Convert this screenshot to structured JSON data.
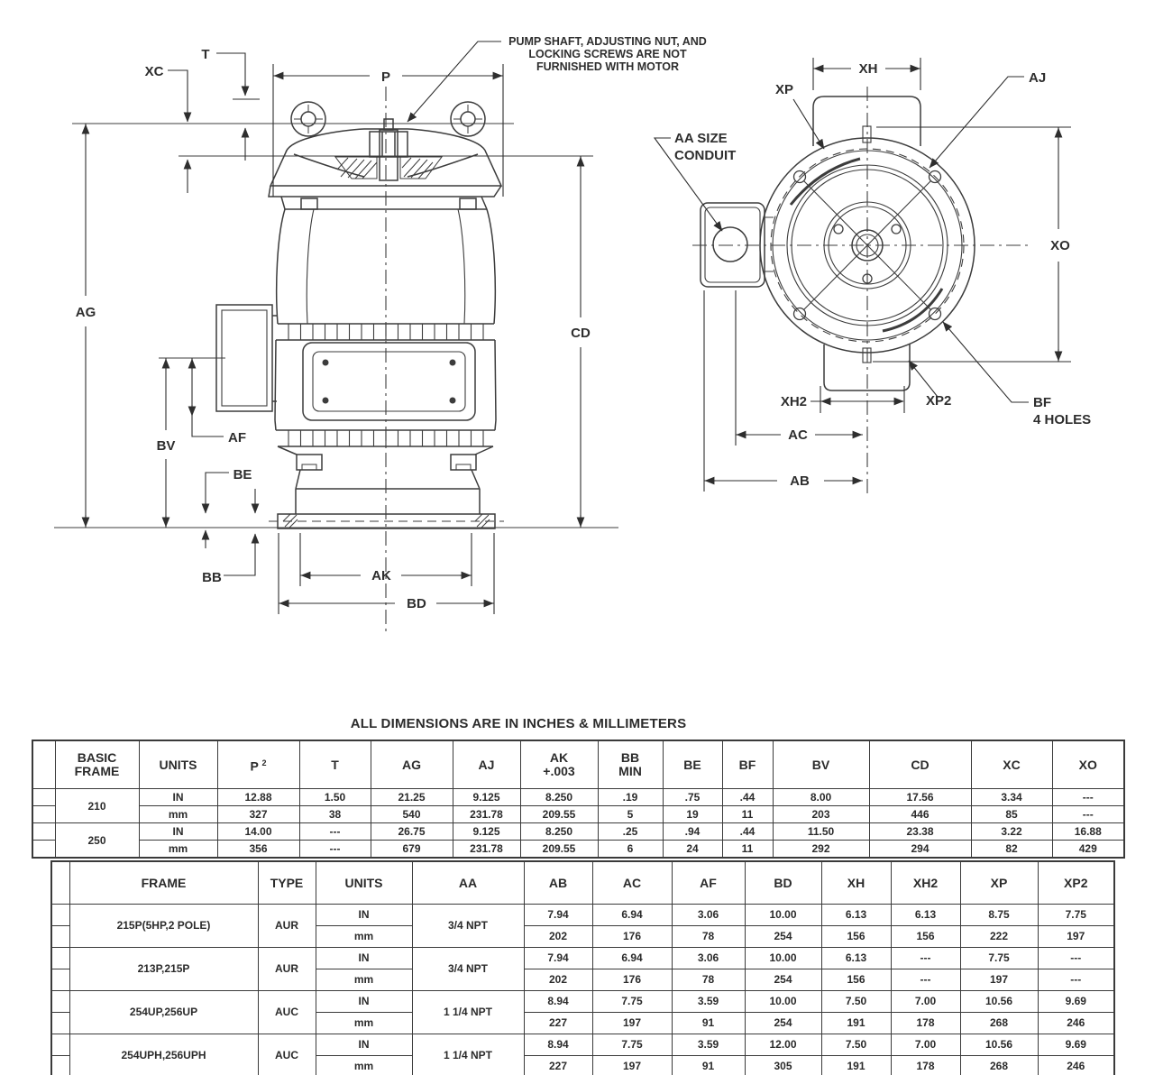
{
  "drawing_note": {
    "line1": "PUMP SHAFT, ADJUSTING NUT, AND",
    "line2": "LOCKING SCREWS ARE NOT",
    "line3": "FURNISHED WITH MOTOR"
  },
  "left_view": {
    "xc": "XC",
    "t": "T",
    "p": "P",
    "ag": "AG",
    "cd": "CD",
    "bv": "BV",
    "af": "AF",
    "be": "BE",
    "bb": "BB",
    "ak": "AK",
    "bd": "BD"
  },
  "right_view": {
    "xh": "XH",
    "xp": "XP",
    "aj": "AJ",
    "xo": "XO",
    "xh2": "XH2",
    "xp2": "XP2",
    "bf": "BF",
    "bf_holes": "4 HOLES",
    "ac": "AC",
    "ab": "AB",
    "aa_size": "AA SIZE",
    "aa_conduit": "CONDUIT"
  },
  "title": "ALL DIMENSIONS ARE IN INCHES & MILLIMETERS",
  "table1": {
    "headers": {
      "frame1": "BASIC",
      "frame2": "FRAME",
      "units": "UNITS",
      "p": "P",
      "p_sup": "2",
      "t": "T",
      "ag": "AG",
      "aj": "AJ",
      "ak1": "AK",
      "ak2": "+.003",
      "bb1": "BB",
      "bb2": "MIN",
      "be": "BE",
      "bf": "BF",
      "bv": "BV",
      "cd": "CD",
      "xc": "XC",
      "xo": "XO"
    },
    "in_label": "IN",
    "mm_label": "mm",
    "groups": [
      {
        "frame": "210",
        "in": [
          "12.88",
          "1.50",
          "21.25",
          "9.125",
          "8.250",
          ".19",
          ".75",
          ".44",
          "8.00",
          "17.56",
          "3.34",
          "---"
        ],
        "mm": [
          "327",
          "38",
          "540",
          "231.78",
          "209.55",
          "5",
          "19",
          "11",
          "203",
          "446",
          "85",
          "---"
        ]
      },
      {
        "frame": "250",
        "in": [
          "14.00",
          "---",
          "26.75",
          "9.125",
          "8.250",
          ".25",
          ".94",
          ".44",
          "11.50",
          "23.38",
          "3.22",
          "16.88"
        ],
        "mm": [
          "356",
          "---",
          "679",
          "231.78",
          "209.55",
          "6",
          "24",
          "11",
          "292",
          "294",
          "82",
          "429"
        ]
      }
    ]
  },
  "table2": {
    "headers": {
      "frame": "FRAME",
      "type": "TYPE",
      "units": "UNITS",
      "aa": "AA",
      "ab": "AB",
      "ac": "AC",
      "af": "AF",
      "bd": "BD",
      "xh": "XH",
      "xh2": "XH2",
      "xp": "XP",
      "xp2": "XP2"
    },
    "in_label": "IN",
    "mm_label": "mm",
    "groups": [
      {
        "frame": "215P(5HP,2 POLE)",
        "type": "AUR",
        "aa": "3/4 NPT",
        "in": [
          "7.94",
          "6.94",
          "3.06",
          "10.00",
          "6.13",
          "6.13",
          "8.75",
          "7.75"
        ],
        "mm": [
          "202",
          "176",
          "78",
          "254",
          "156",
          "156",
          "222",
          "197"
        ]
      },
      {
        "frame": "213P,215P",
        "type": "AUR",
        "aa": "3/4 NPT",
        "in": [
          "7.94",
          "6.94",
          "3.06",
          "10.00",
          "6.13",
          "---",
          "7.75",
          "---"
        ],
        "mm": [
          "202",
          "176",
          "78",
          "254",
          "156",
          "---",
          "197",
          "---"
        ]
      },
      {
        "frame": "254UP,256UP",
        "type": "AUC",
        "aa": "1 1/4 NPT",
        "in": [
          "8.94",
          "7.75",
          "3.59",
          "10.00",
          "7.50",
          "7.00",
          "10.56",
          "9.69"
        ],
        "mm": [
          "227",
          "197",
          "91",
          "254",
          "191",
          "178",
          "268",
          "246"
        ]
      },
      {
        "frame": "254UPH,256UPH",
        "type": "AUC",
        "aa": "1 1/4 NPT",
        "in": [
          "8.94",
          "7.75",
          "3.59",
          "12.00",
          "7.50",
          "7.00",
          "10.56",
          "9.69"
        ],
        "mm": [
          "227",
          "197",
          "91",
          "305",
          "191",
          "178",
          "268",
          "246"
        ]
      }
    ]
  }
}
